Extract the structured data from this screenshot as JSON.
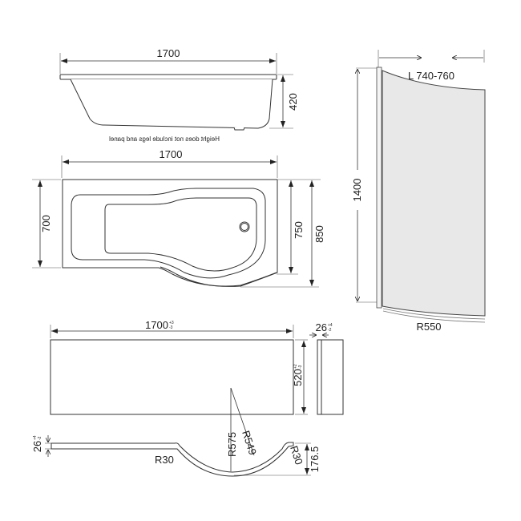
{
  "elevation": {
    "width_label": "1700",
    "height_label": "420",
    "note": "Height does not include legs and panel"
  },
  "plan": {
    "width_label": "1700",
    "depth_narrow_label": "700",
    "depth_mid_label": "750",
    "depth_wide_label": "850"
  },
  "screen": {
    "width_label": "L 740-760",
    "height_label": "1400",
    "radius_label": "R550",
    "glass_color": "#e8e8e8"
  },
  "panel": {
    "length_label": "1700",
    "length_tol_plus": "+3",
    "length_tol_minus": "-3",
    "height_label": "520",
    "height_tol_plus": "+2",
    "height_tol_minus": "-3",
    "thickness_label": "26",
    "thickness_tol_plus": "+4",
    "thickness_tol_minus": "-2",
    "plan_thickness_label": "26",
    "plan_thickness_tol_plus": "+4",
    "plan_thickness_tol_minus": "-2",
    "radius_outer": "R575",
    "radius_inner": "R549",
    "corner_radius_left": "R30",
    "corner_radius_right": "R30",
    "curve_depth": "176.5"
  }
}
